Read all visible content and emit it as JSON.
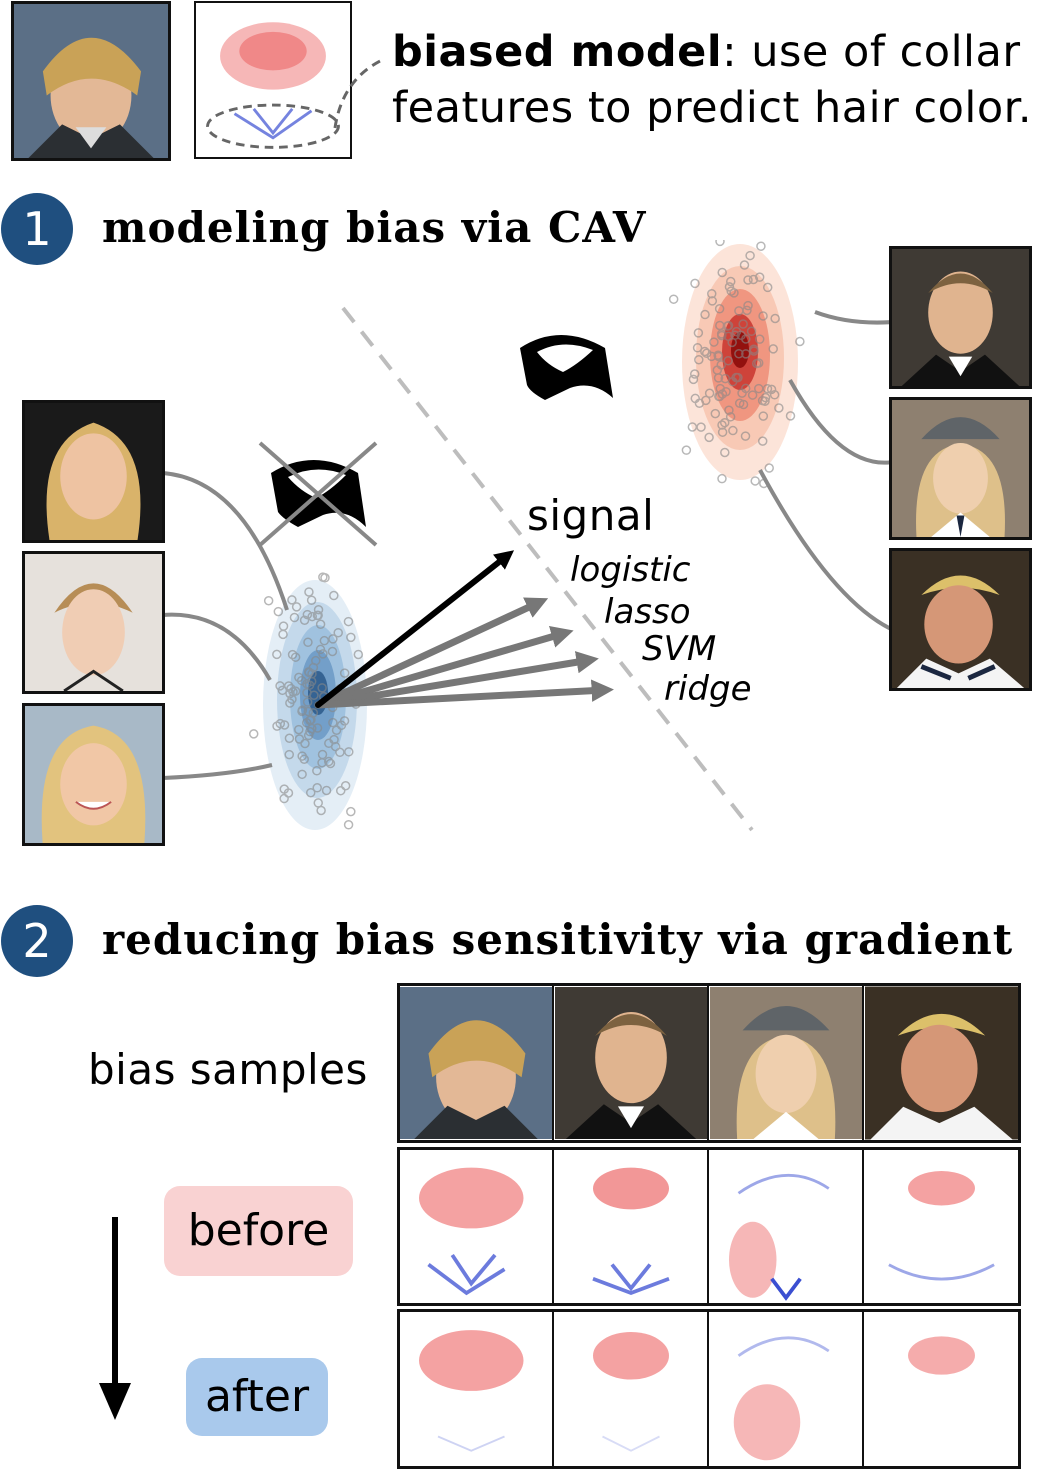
{
  "header": {
    "caption_bold": "biased model",
    "caption_rest_line1": ": use of collar",
    "caption_line2": "features to predict hair color."
  },
  "section1": {
    "number": "1",
    "title": "modeling bias via CAV",
    "signal_label": "signal",
    "methods": [
      "logistic",
      "lasso",
      "SVM",
      "ridge"
    ]
  },
  "section2": {
    "number": "2",
    "title": "reducing bias sensitivity via gradient",
    "bias_samples_label": "bias samples",
    "before_label": "before",
    "after_label": "after"
  },
  "colors": {
    "badge": "#1f4f7f",
    "before_pill": "#f9d2d2",
    "after_pill": "#a9c9ec",
    "positive_cluster": "#d7301f",
    "negative_cluster": "#2171b5",
    "arrow_main": "#000000",
    "arrow_methods": "#777777"
  },
  "icons": [
    "collar-icon",
    "crossed-collar-icon",
    "down-arrow-icon"
  ]
}
